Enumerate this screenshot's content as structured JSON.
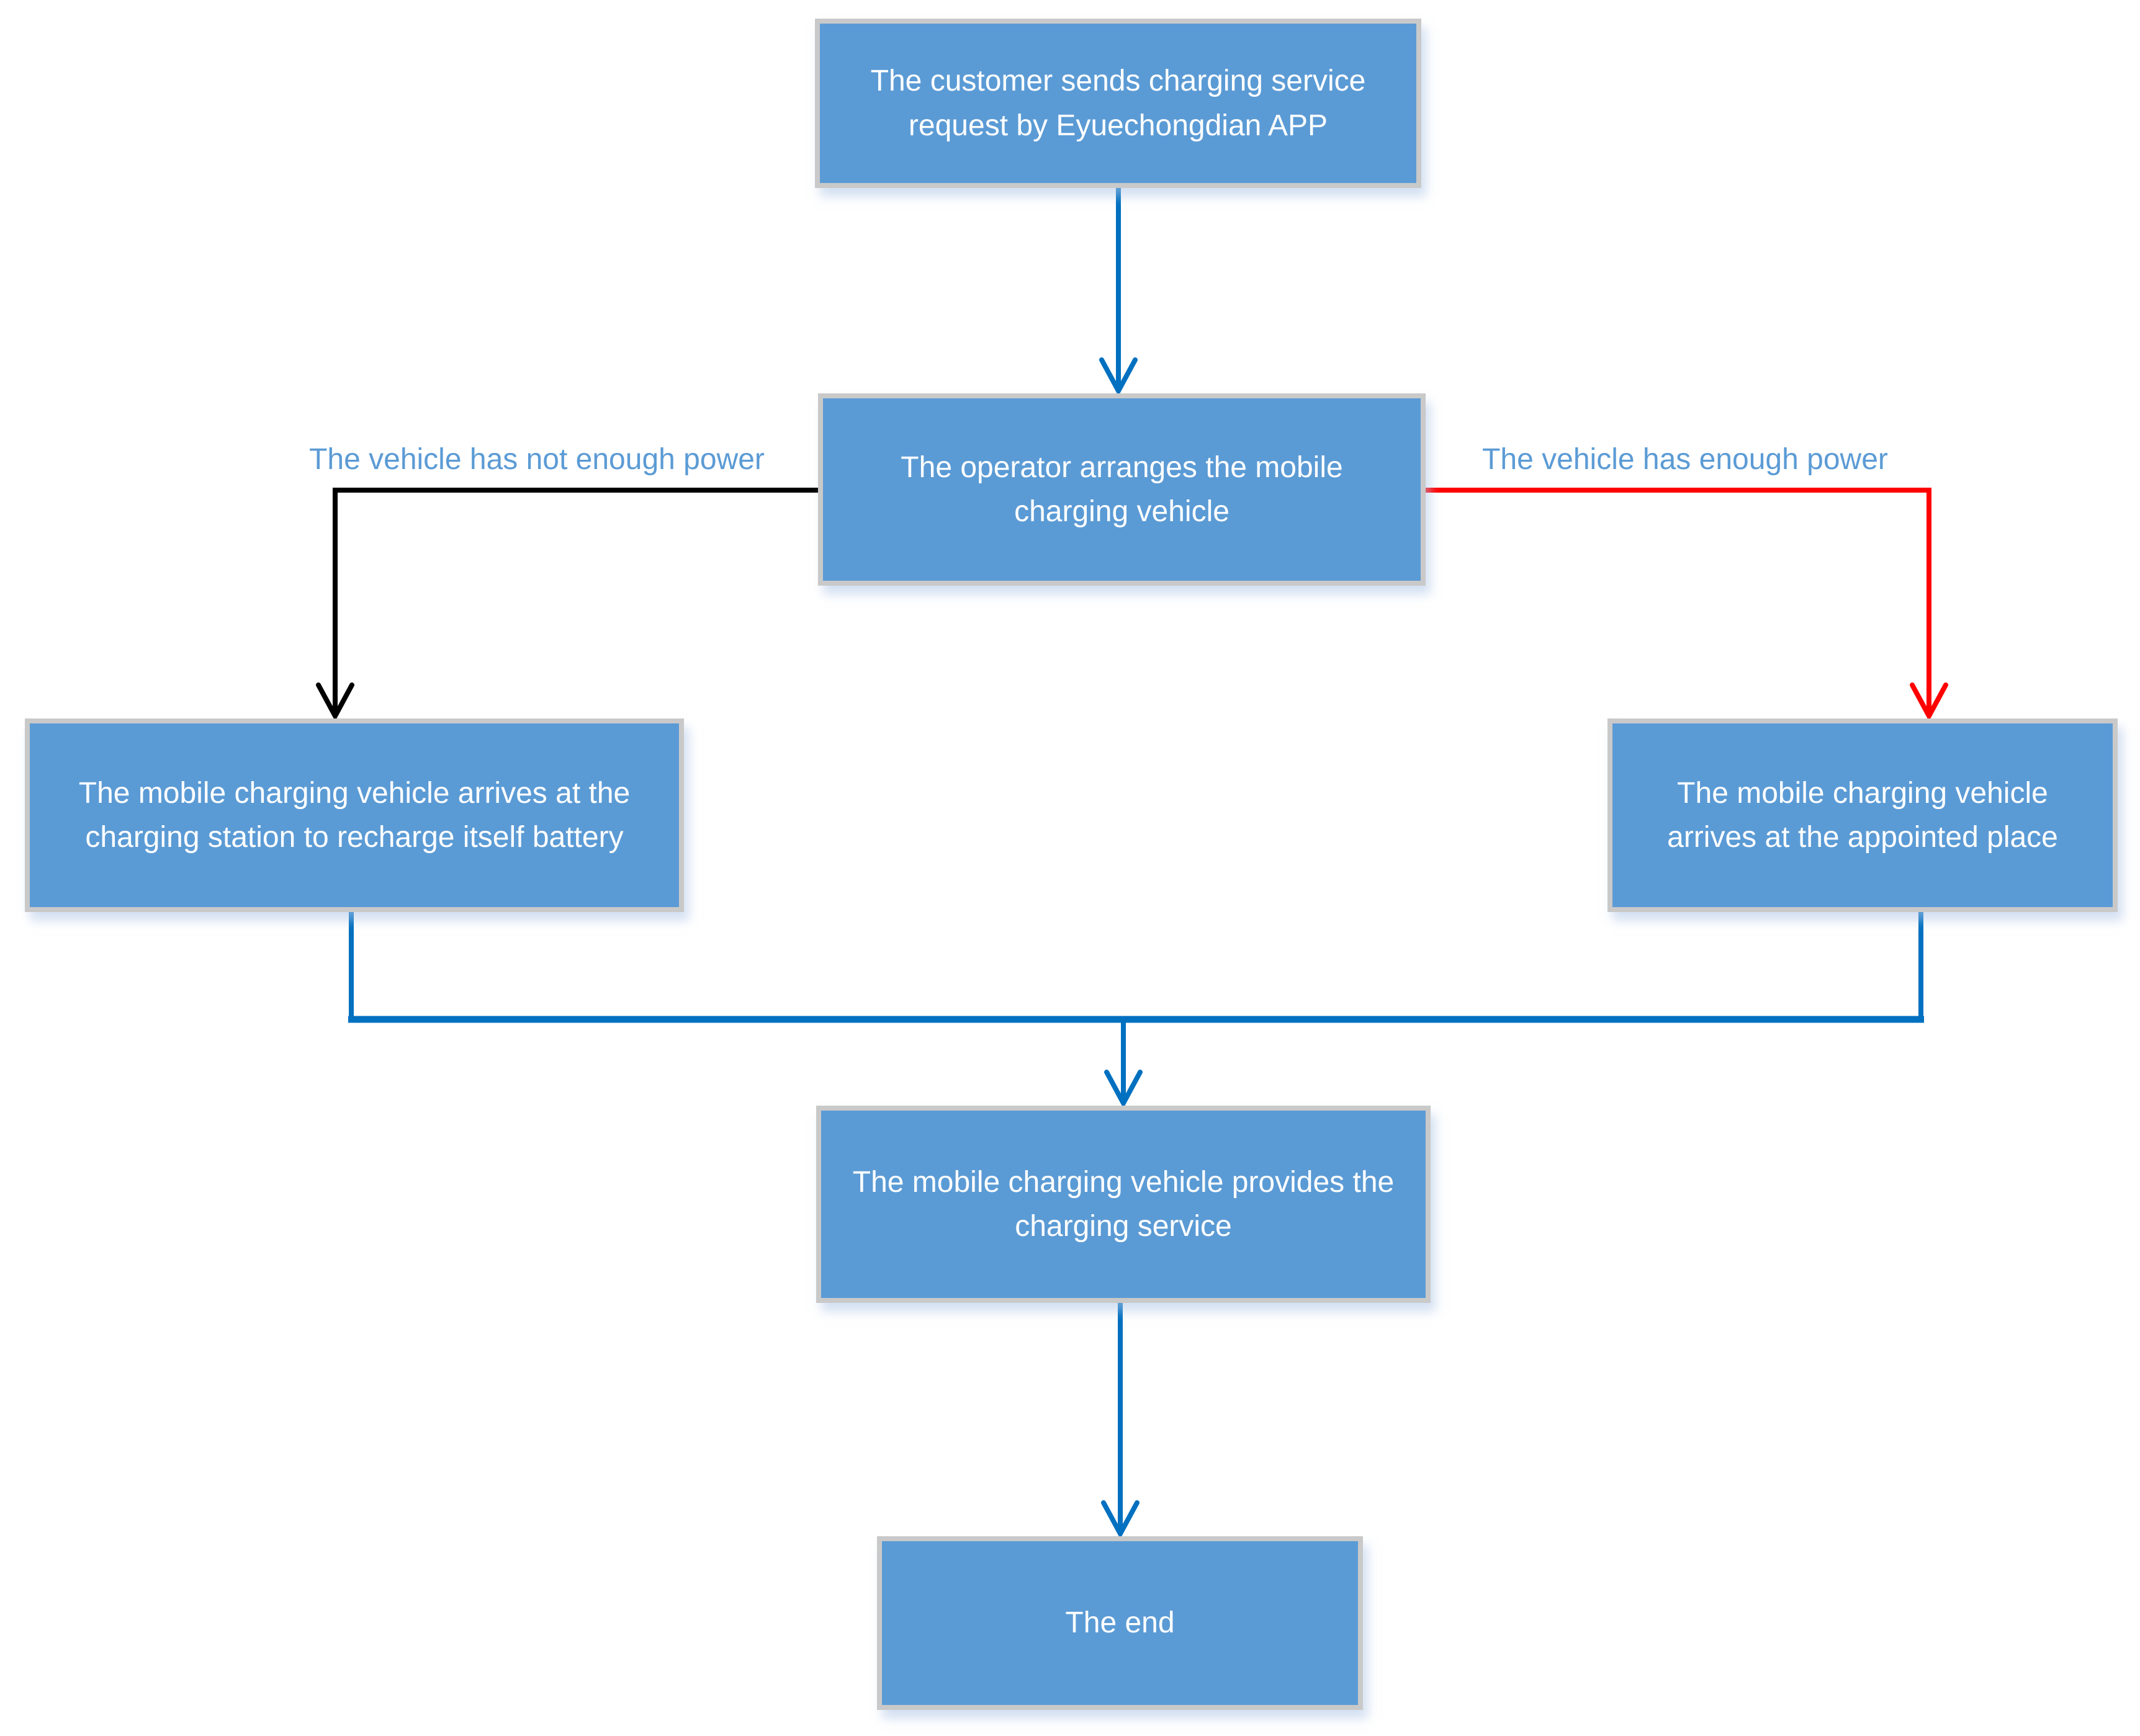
{
  "colors": {
    "box_fill": "#5b9bd5",
    "box_border": "#c9c9c9",
    "connector_blue": "#0070c0",
    "connector_red": "#ff0000",
    "connector_black": "#000000",
    "label_blue": "#5b9bd5",
    "text_white": "#ffffff"
  },
  "nodes": {
    "start": {
      "text": "The customer sends charging service\nrequest by Eyuechongdian APP"
    },
    "operator": {
      "text": "The operator arranges the mobile\ncharging vehicle"
    },
    "recharge": {
      "text": "The mobile charging vehicle arrives at the\ncharging station to recharge itself battery"
    },
    "appointed": {
      "text": "The mobile charging vehicle\narrives at the appointed place"
    },
    "service": {
      "text": "The mobile charging vehicle provides the\ncharging service"
    },
    "end": {
      "text": "The end"
    }
  },
  "edge_labels": {
    "not_enough_power": "The vehicle has not enough power",
    "enough_power": "The vehicle has enough power"
  }
}
